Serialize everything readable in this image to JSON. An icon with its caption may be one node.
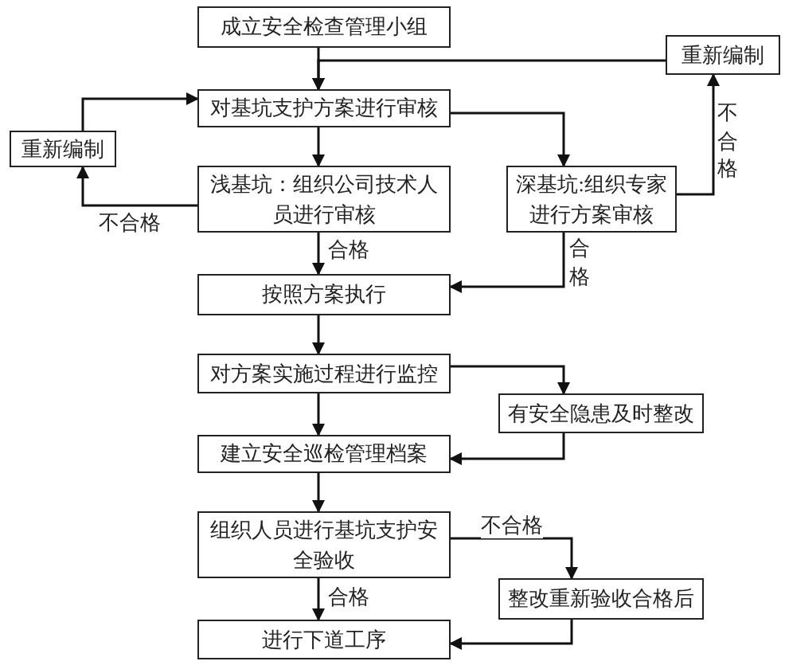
{
  "diagram": {
    "nodes": [
      {
        "text": [
          "成立安全检查管理小组"
        ]
      },
      {
        "text": [
          "重新编制"
        ]
      },
      {
        "text": [
          "对基坑支护方案进行审核"
        ]
      },
      {
        "text": [
          "重新编制"
        ]
      },
      {
        "text": [
          "浅基坑：组织公司技术人员进行审核"
        ]
      },
      {
        "text": [
          "深基坑:组织专家进行方案审核"
        ]
      },
      {
        "text": [
          "按照方案执行"
        ]
      },
      {
        "text": [
          "对方案实施过程进行监控"
        ]
      },
      {
        "text": [
          "有安全隐患及时整改"
        ]
      },
      {
        "text": [
          "建立安全巡检管理档案"
        ]
      },
      {
        "text": [
          "组织人员进行基坑支护安全验收"
        ]
      },
      {
        "text": [
          "整改重新验收合格后"
        ]
      },
      {
        "text": [
          "进行下道工序"
        ]
      }
    ],
    "edges": [
      {
        "from": 0,
        "to": 2,
        "arrow": "to"
      },
      {
        "from": 1,
        "to": 2,
        "arrow": "to"
      },
      {
        "from": 2,
        "to": 4,
        "arrow": "to"
      },
      {
        "from": 2,
        "to": 5,
        "arrow": "to"
      },
      {
        "from": 4,
        "to": 3,
        "arrow": "to",
        "label": "不合格"
      },
      {
        "from": 3,
        "to": 2,
        "arrow": "to"
      },
      {
        "from": 5,
        "to": 1,
        "arrow": "to",
        "label": "不合格"
      },
      {
        "from": 4,
        "to": 6,
        "arrow": "to",
        "label": "合格"
      },
      {
        "from": 5,
        "to": 6,
        "arrow": "to",
        "label": "合格"
      },
      {
        "from": 6,
        "to": 7,
        "arrow": "to"
      },
      {
        "from": 7,
        "to": 8,
        "arrow": "to"
      },
      {
        "from": 7,
        "to": 9,
        "arrow": "to"
      },
      {
        "from": 8,
        "to": 9,
        "arrow": "to"
      },
      {
        "from": 9,
        "to": 10,
        "arrow": "to"
      },
      {
        "from": 10,
        "to": 11,
        "arrow": "to",
        "label": "不合格"
      },
      {
        "from": 10,
        "to": 12,
        "arrow": "to",
        "label": "合格"
      },
      {
        "from": 11,
        "to": 12,
        "arrow": "to"
      }
    ]
  }
}
